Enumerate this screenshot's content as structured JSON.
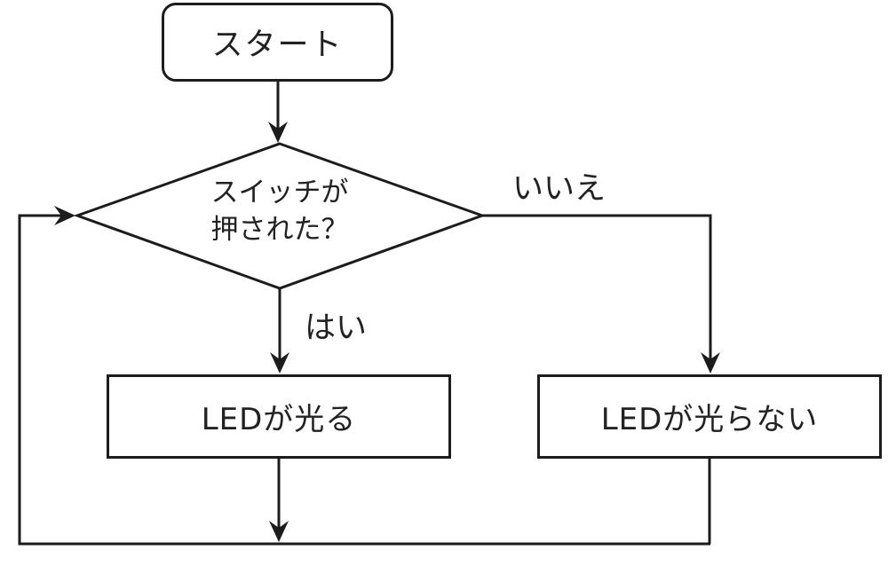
{
  "diagram": {
    "nodes": {
      "start": {
        "label": "スタート"
      },
      "decision": {
        "line1": "スイッチが",
        "line2": "押された？"
      },
      "led_on": {
        "label": "LEDが光る"
      },
      "led_off": {
        "label": "LEDが光らない"
      }
    },
    "edge_labels": {
      "yes": {
        "label": "はい"
      },
      "no": {
        "label": "いいえ"
      }
    },
    "colors": {
      "line": "#1c1c1c",
      "text": "#222222",
      "background": "#ffffff"
    }
  }
}
